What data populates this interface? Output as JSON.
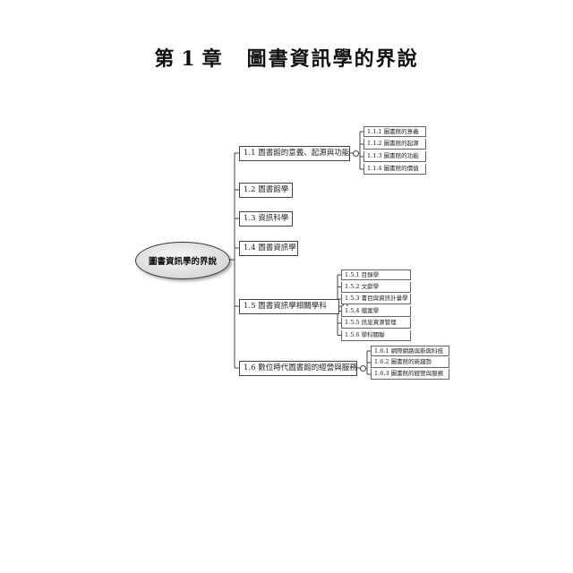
{
  "title": {
    "chapter_prefix": "第",
    "chapter_number": "1",
    "chapter_suffix": "章",
    "text": "圖書資訊學的界說"
  },
  "mindmap": {
    "root": "圖書資訊學的界說",
    "sections": [
      {
        "label": "1.1 圖書館的意義、起源與功能",
        "subs": [
          "1.1.1 圖書館的意義",
          "1.1.2 圖書館的起源",
          "1.1.3 圖書館的功能",
          "1.1.4 圖書館的價值"
        ]
      },
      {
        "label": "1.2 圖書館學",
        "subs": []
      },
      {
        "label": "1.3 資訊科學",
        "subs": []
      },
      {
        "label": "1.4 圖書資訊學",
        "subs": []
      },
      {
        "label": "1.5 圖書資訊學相關學科",
        "subs": [
          "1.5.1 目錄學",
          "1.5.2 文獻學",
          "1.5.3 書目與資訊計量學",
          "1.5.4 檔案學",
          "1.5.5 訊息資源管理",
          "1.5.6 學科關聯"
        ]
      },
      {
        "label": "1.6 數位時代圖書館的經營與服務",
        "subs": [
          "1.6.1 網際網路與新興科技",
          "1.6.2 圖書館的新趨勢",
          "1.6.3 圖書館的經營與服務"
        ]
      }
    ]
  }
}
